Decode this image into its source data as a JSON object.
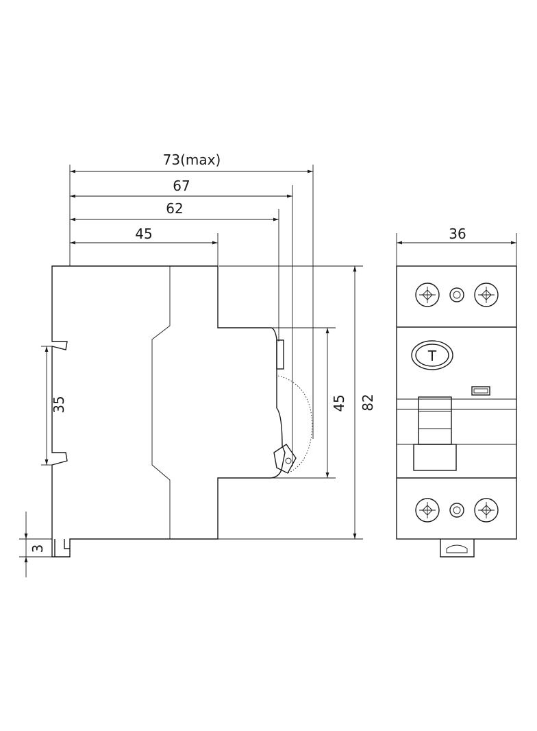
{
  "side_view": {
    "dimensions": {
      "overall_width": "73(max)",
      "width_67": "67",
      "width_62": "62",
      "width_45": "45",
      "rail_35": "35",
      "front_45": "45",
      "height_82": "82",
      "clip_3": "3"
    }
  },
  "front_view": {
    "dimensions": {
      "width": "36"
    },
    "test_button_label": "T"
  }
}
